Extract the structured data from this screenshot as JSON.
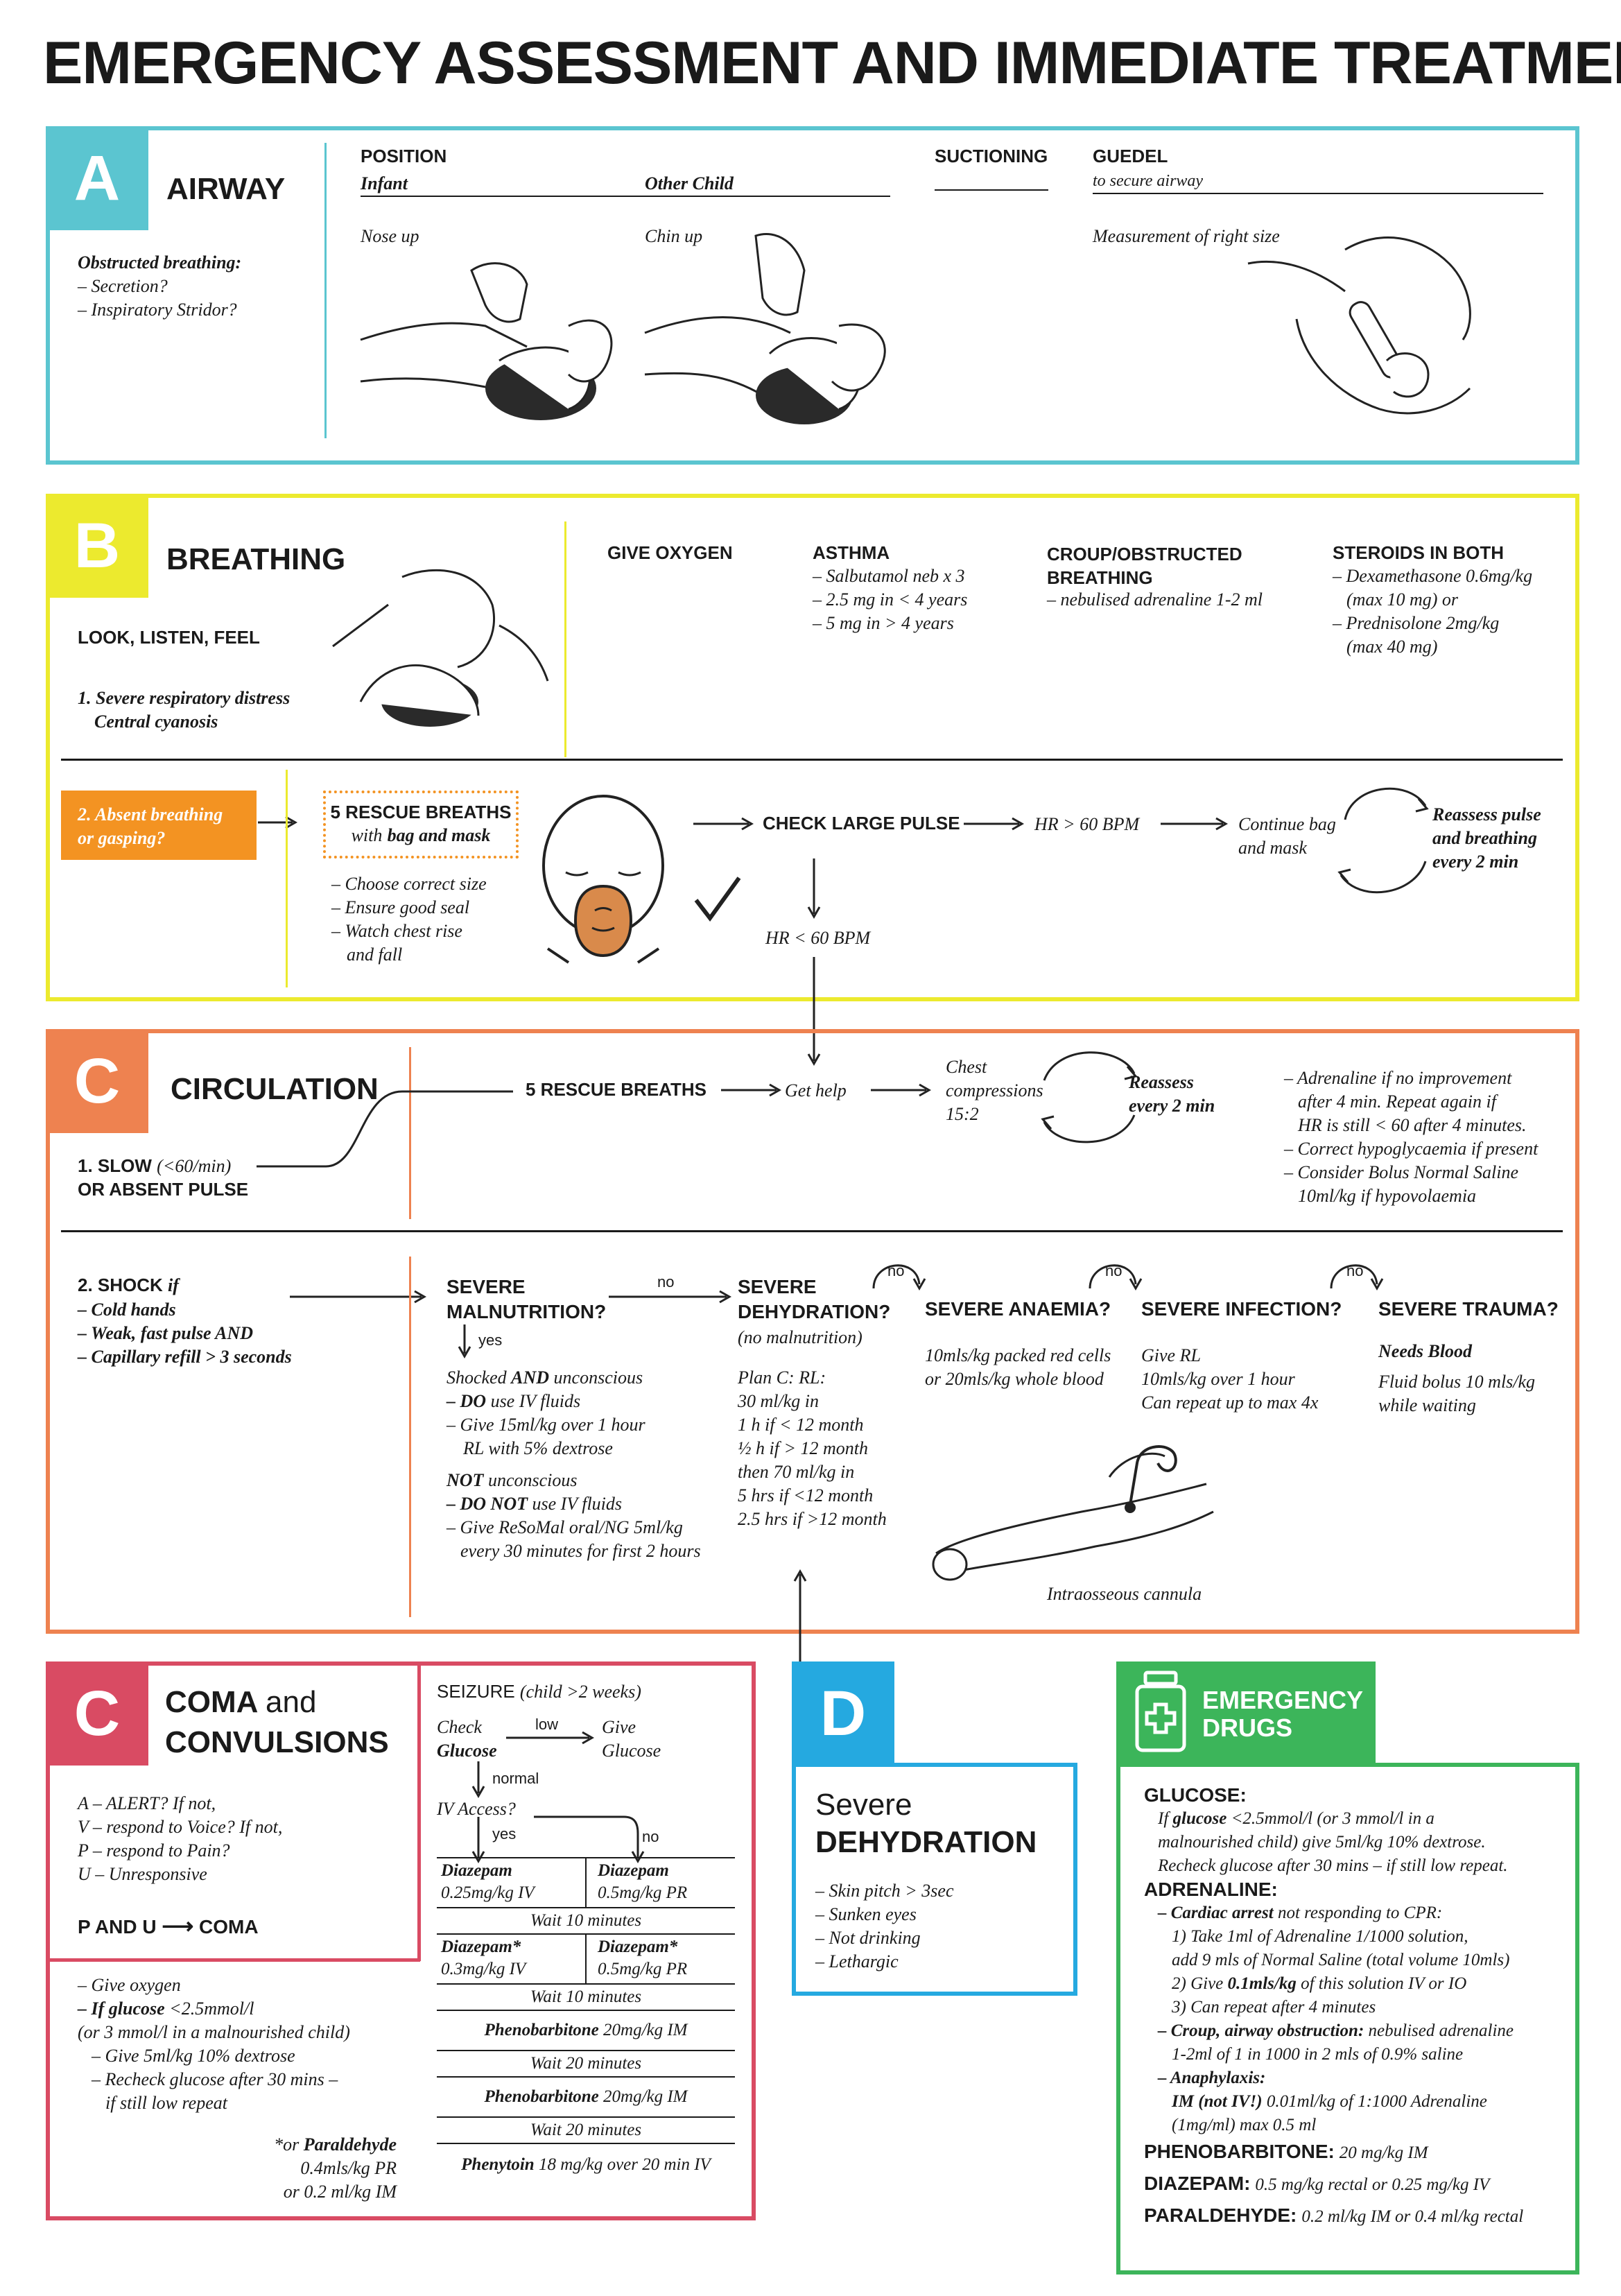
{
  "title": "EMERGENCY ASSESSMENT AND IMMEDIATE TREATMENT",
  "colors": {
    "airway": "#5bc5d0",
    "breathing": "#ecea2e",
    "circulation": "#ee8250",
    "coma": "#d94b63",
    "dehydration": "#25a9e0",
    "drugs": "#3cb55a",
    "absent": "#f39322"
  },
  "airway": {
    "letter": "A",
    "title": "AIRWAY",
    "obstructed": "Obstructed breathing:",
    "obstructed_items": [
      "– Secretion?",
      "– Inspiratory Stridor?"
    ],
    "position": "POSITION",
    "infant": "Infant",
    "other_child": "Other Child",
    "nose_up": "Nose up",
    "chin_up": "Chin up",
    "suctioning": "SUCTIONING",
    "guedel": "GUEDEL",
    "guedel_sub": "to secure airway",
    "measurement": "Measurement of right size"
  },
  "breathing": {
    "letter": "B",
    "title": "BREATHING",
    "look": "LOOK, LISTEN, FEEL",
    "severe_1": "1. Severe respiratory distress",
    "severe_2": "Central cyanosis",
    "give_oxygen": "GIVE OXYGEN",
    "asthma": "ASTHMA",
    "asthma_items": [
      "– Salbutamol neb x 3",
      "– 2.5 mg in < 4 years",
      "– 5 mg in > 4 years"
    ],
    "croup_1": "CROUP/OBSTRUCTED",
    "croup_2": "BREATHING",
    "croup_items": [
      "– nebulised adrenaline 1-2 ml"
    ],
    "steroids": "STEROIDS IN BOTH",
    "steroids_items": [
      "– Dexamethasone 0.6mg/kg",
      "(max 10 mg) or",
      "– Prednisolone 2mg/kg",
      "(max 40 mg)"
    ],
    "absent_1": "2. Absent breathing",
    "absent_2": "or gasping?",
    "rescue_title": "5 RESCUE BREATHS",
    "rescue_with": "with",
    "rescue_bag": "bag and mask",
    "mask_items": [
      "– Choose correct size",
      "– Ensure good seal",
      "– Watch chest rise",
      "and fall"
    ],
    "check_pulse": "CHECK LARGE PULSE",
    "hr_gt": "HR > 60 BPM",
    "continue_1": "Continue bag",
    "continue_2": "and mask",
    "reassess": [
      "Reassess pulse",
      "and breathing",
      "every 2 min"
    ],
    "hr_lt": "HR < 60 BPM"
  },
  "circulation": {
    "letter": "C",
    "title": "CIRCULATION",
    "slow_1": "1. SLOW",
    "slow_paren": "(<60/min)",
    "slow_2": "OR ABSENT PULSE",
    "rescue": "5 RESCUE BREATHS",
    "get_help": "Get help",
    "chest": [
      "Chest",
      "compressions",
      "15:2"
    ],
    "reassess": [
      "Reassess",
      "every 2 min"
    ],
    "adrenaline_items": [
      "– Adrenaline if no improvement",
      "after 4 min. Repeat again if",
      "HR is still < 60  after 4 minutes.",
      "– Correct hypoglycaemia if present",
      "– Consider Bolus Normal Saline",
      "10ml/kg if hypovolaemia"
    ],
    "shock_1": "2. SHOCK",
    "shock_if": "if",
    "shock_items": [
      "– Cold hands",
      "– Weak, fast pulse AND",
      "– Capillary refill > 3 seconds"
    ],
    "malnutrition_1": "SEVERE",
    "malnutrition_2": "MALNUTRITION?",
    "no": "no",
    "yes": "yes",
    "shocked": "Shocked",
    "and_word": "AND",
    "unconscious": "unconscious",
    "do_word": "– DO",
    "use_iv": "use IV fluids",
    "give_15": "– Give 15ml/kg over 1 hour",
    "rl_dextrose": "RL with 5% dextrose",
    "not_word": "NOT",
    "not_unconscious": "unconscious",
    "do_not": "– DO NOT",
    "resomal_1": "– Give ReSoMal oral/NG 5ml/kg",
    "resomal_2": "every 30 minutes for first 2 hours",
    "dehydration_1": "SEVERE",
    "dehydration_2": "DEHYDRATION?",
    "no_malnutrition": "(no malnutrition)",
    "plan_items": [
      "Plan C: RL:",
      "30 ml/kg in",
      "1 h if < 12 month",
      "½ h if > 12 month",
      "then 70 ml/kg in",
      "5 hrs if <12 month",
      "2.5 hrs if >12 month"
    ],
    "anaemia": "SEVERE ANAEMIA?",
    "anaemia_items": [
      "10mls/kg packed red cells",
      "or 20mls/kg whole blood"
    ],
    "infection": "SEVERE INFECTION?",
    "infection_items": [
      "Give RL",
      "10mls/kg over 1 hour",
      "Can repeat up to max 4x"
    ],
    "trauma": "SEVERE TRAUMA?",
    "needs_blood": "Needs Blood",
    "trauma_items": [
      "Fluid bolus 10 mls/kg",
      "while waiting"
    ],
    "cannula": "Intraosseous cannula"
  },
  "coma": {
    "letter": "C",
    "title_1": "COMA",
    "title_and": "and",
    "title_2": "CONVULSIONS",
    "avpu": [
      "A – ALERT? If not,",
      "V – respond to Voice? If not,",
      "P – respond to Pain?",
      "U – Unresponsive"
    ],
    "p_and_u": "P AND U",
    "coma_word": "COMA",
    "give_oxygen": "– Give oxygen",
    "if_glucose": "– If glucose",
    "glucose_val": "<2.5mmol/l",
    "malnourished": "(or 3 mmol/l in a malnourished child)",
    "give_5ml": "– Give 5ml/kg 10% dextrose",
    "recheck_1": "– Recheck glucose after 30 mins –",
    "recheck_2": "if still low repeat",
    "or_para": "*or",
    "paraldehyde": "Paraldehyde",
    "para_1": "0.4mls/kg PR",
    "para_2": "or 0.2 ml/kg IM",
    "seizure": "SEIZURE",
    "seizure_paren": "(child >2 weeks)",
    "check": "Check",
    "glucose": "Glucose",
    "low": "low",
    "give": "Give",
    "give_glucose": "Glucose",
    "normal": "normal",
    "iv_access": "IV Access?",
    "yes": "yes",
    "no": "no",
    "diazepam": "Diazepam",
    "diazepam_iv": "0.25mg/kg IV",
    "diazepam_pr": "0.5mg/kg PR",
    "wait_10": "Wait 10 minutes",
    "diazepam_star": "Diazepam*",
    "diazepam_iv2": "0.3mg/kg IV",
    "diazepam_pr2": "0.5mg/kg PR",
    "phenobarbitone": "Phenobarbitone",
    "pheno_dose": "20mg/kg IM",
    "wait_20": "Wait 20 minutes",
    "phenytoin": "Phenytoin",
    "phenytoin_dose": "18 mg/kg over 20 min IV"
  },
  "dehydration": {
    "letter": "D",
    "severe": "Severe",
    "title": "DEHYDRATION",
    "items": [
      "– Skin pitch > 3sec",
      "– Sunken eyes",
      "– Not drinking",
      "– Lethargic"
    ]
  },
  "drugs": {
    "title_1": "EMERGENCY",
    "title_2": "DRUGS",
    "glucose_h": "GLUCOSE:",
    "glucose_lines": [
      "malnourished child) give 5ml/kg 10% dextrose.",
      "Recheck glucose after 30 mins – if still low repeat."
    ],
    "glucose_if": "If",
    "glucose_word": "glucose",
    "glucose_rest": "<2.5mmol/l (or 3 mmol/l in a",
    "adrenaline_h": "ADRENALINE:",
    "cardiac": "– Cardiac arrest",
    "cardiac_rest": "not responding to CPR:",
    "adr_lines": [
      "1) Take 1ml of Adrenaline 1/1000 solution,",
      "add 9 mls of Normal Saline (total volume 10mls)"
    ],
    "give_2": "2) Give",
    "dose_01": "0.1mls/kg",
    "give_2_rest": "of this solution IV or IO",
    "repeat_3": "3) Can repeat after 4 minutes",
    "croup": "– Croup, airway obstruction:",
    "croup_rest": "nebulised adrenaline",
    "croup_2": "1-2ml of 1 in 1000 in 2 mls of 0.9% saline",
    "anaph": "– Anaphylaxis:",
    "im_not": "IM (not",
    "iv_bang": "IV!)",
    "anaph_rest": "0.01ml/kg of 1:1000 Adrenaline",
    "anaph_2": "(1mg/ml) max 0.5 ml",
    "pheno_h": "PHENOBARBITONE:",
    "pheno_v": "20 mg/kg IM",
    "diaz_h": "DIAZEPAM:",
    "diaz_v": "0.5 mg/kg rectal or 0.25 mg/kg IV",
    "para_h": "PARALDEHYDE:",
    "para_v": "0.2 ml/kg IM or 0.4 ml/kg rectal"
  }
}
